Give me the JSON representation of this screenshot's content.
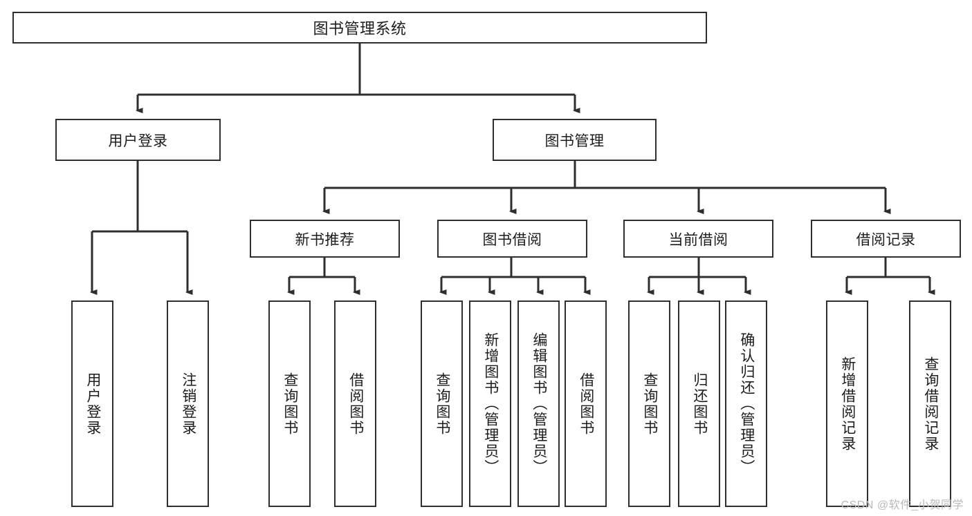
{
  "diagram": {
    "type": "tree-hierarchy-chart",
    "title": "图书管理系统",
    "watermark": "CSDN @软件_小贺同学",
    "colors": {
      "stroke": "#2e2e2e",
      "fill": "#ffffff",
      "text": "#1c1c1c",
      "watermark": "#b9b9b9"
    },
    "nodes": {
      "root": {
        "label": "图书管理系统",
        "level": 1
      },
      "l2": [
        {
          "id": "user-login",
          "label": "用户登录",
          "level": 2
        },
        {
          "id": "book-management",
          "label": "图书管理",
          "level": 2
        }
      ],
      "l3": [
        {
          "id": "new-book-recommend",
          "label": "新书推荐",
          "level": 3,
          "parent": "book-management"
        },
        {
          "id": "book-borrow",
          "label": "图书借阅",
          "level": 3,
          "parent": "book-management"
        },
        {
          "id": "current-borrow",
          "label": "当前借阅",
          "level": 3,
          "parent": "book-management"
        },
        {
          "id": "borrow-record",
          "label": "借阅记录",
          "level": 3,
          "parent": "book-management"
        }
      ],
      "leaves": [
        {
          "id": "leaf-user-login",
          "label": "用户登录",
          "parent": "user-login"
        },
        {
          "id": "leaf-user-logout",
          "label": "注销登录",
          "parent": "user-login"
        },
        {
          "id": "leaf-query-book-1",
          "label": "查询图书",
          "parent": "new-book-recommend"
        },
        {
          "id": "leaf-borrow-book-1",
          "label": "借阅图书",
          "parent": "new-book-recommend"
        },
        {
          "id": "leaf-query-book-2",
          "label": "查询图书",
          "parent": "book-borrow"
        },
        {
          "id": "leaf-add-book",
          "label": "新增图书（管理员）",
          "parent": "book-borrow"
        },
        {
          "id": "leaf-edit-book",
          "label": "编辑图书（管理员）",
          "parent": "book-borrow"
        },
        {
          "id": "leaf-borrow-book-2",
          "label": "借阅图书",
          "parent": "book-borrow"
        },
        {
          "id": "leaf-query-book-3",
          "label": "查询图书",
          "parent": "current-borrow"
        },
        {
          "id": "leaf-return-book",
          "label": "归还图书",
          "parent": "current-borrow"
        },
        {
          "id": "leaf-confirm-return",
          "label": "确认归还（管理员）",
          "parent": "current-borrow"
        },
        {
          "id": "leaf-add-record",
          "label": "新增借阅记录",
          "parent": "borrow-record"
        },
        {
          "id": "leaf-query-record",
          "label": "查询借阅记录",
          "parent": "borrow-record"
        }
      ]
    }
  }
}
